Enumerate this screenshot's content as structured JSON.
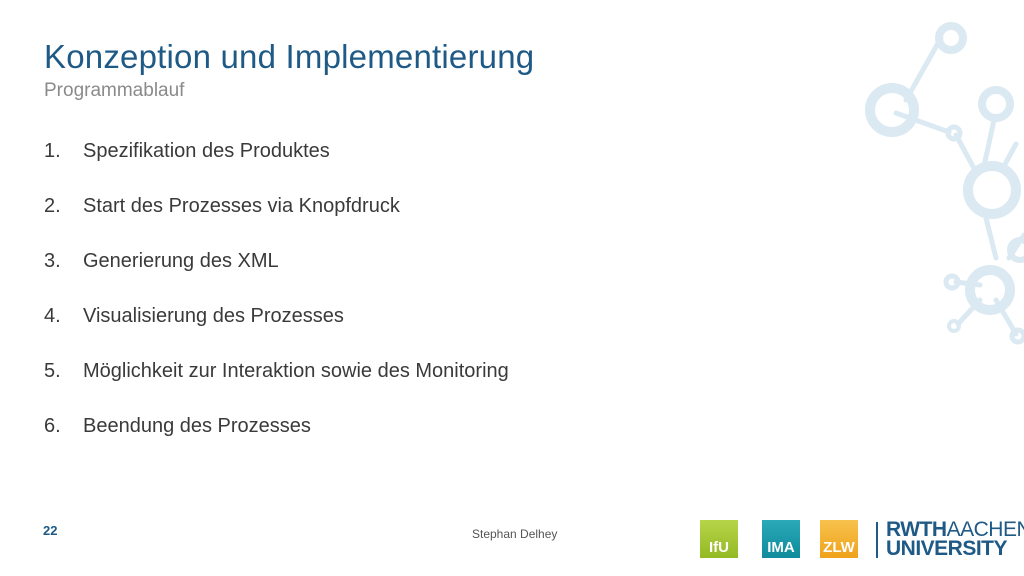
{
  "header": {
    "title": "Konzeption und Implementierung",
    "subtitle": "Programmablauf"
  },
  "list": [
    {
      "num": "1.",
      "text": "Spezifikation des Produktes"
    },
    {
      "num": "2.",
      "text": "Start des Prozesses via Knopfdruck"
    },
    {
      "num": "3.",
      "text": "Generierung des XML"
    },
    {
      "num": "4.",
      "text": "Visualisierung des Prozesses"
    },
    {
      "num": "5.",
      "text": "Möglichkeit zur Interaktion sowie des Monitoring"
    },
    {
      "num": "6.",
      "text": "Beendung des Prozesses"
    }
  ],
  "footer": {
    "page_number": "22",
    "author": "Stephan Delhey",
    "logos": {
      "ifu": "IfU",
      "ima": "IMA",
      "zlw": "ZLW",
      "rwth_line1": "RWTH",
      "rwth_line1b": "AACHEN",
      "rwth_line2": "UNIVERSITY"
    }
  },
  "colors": {
    "title": "#1f5a86",
    "subtitle": "#8a8a8a",
    "decoration": "#dbe9f2"
  }
}
